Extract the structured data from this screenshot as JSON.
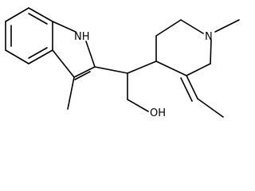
{
  "structure": {
    "atom_labels": {
      "indole_nh": "NH",
      "piperidine_n": "N",
      "hydroxyl": "OH"
    },
    "colors": {
      "bond": "#000000",
      "label": "#000000",
      "background": "#ffffff"
    }
  }
}
